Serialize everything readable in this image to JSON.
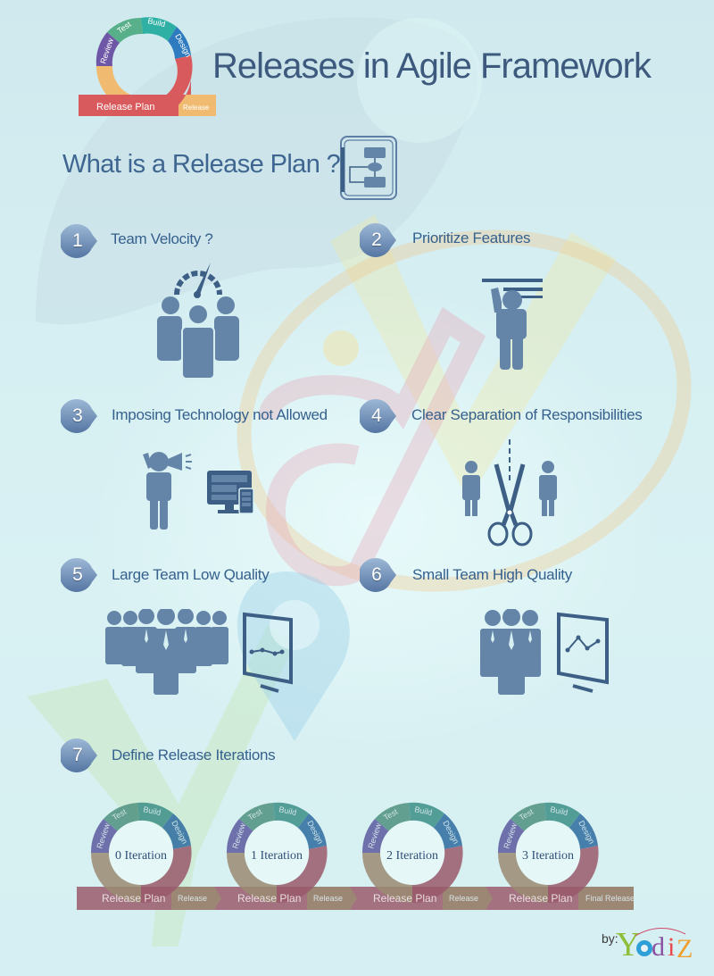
{
  "header": {
    "title": "Releases in Agile Framework",
    "logo_ring": {
      "segments": [
        "Review",
        "Test",
        "Build",
        "Design"
      ],
      "bar_label": "Release Plan",
      "bar_end_label": "Release",
      "colors": {
        "review": "#6d57a6",
        "test": "#58b08a",
        "build": "#2fb0a4",
        "design": "#2f7bbf",
        "plan": "#d95a5c",
        "release": "#f0bb70"
      }
    }
  },
  "section": {
    "title": "What is a Release Plan ?",
    "icon": "flowchart-document-icon"
  },
  "items": [
    {
      "number": "1",
      "label": "Team Velocity ?",
      "icon": "team-speedometer-icon"
    },
    {
      "number": "2",
      "label": "Prioritize Features",
      "icon": "person-pointing-list-icon"
    },
    {
      "number": "3",
      "label": "Imposing Technology not Allowed",
      "icon": "megaphone-devices-icon"
    },
    {
      "number": "4",
      "label": "Clear Separation of Responsibilities",
      "icon": "scissors-separating-people-icon"
    },
    {
      "number": "5",
      "label": "Large Team Low Quality",
      "icon": "large-team-flat-chart-icon"
    },
    {
      "number": "6",
      "label": "Small Team High Quality",
      "icon": "small-team-rising-chart-icon"
    },
    {
      "number": "7",
      "label": "Define Release Iterations",
      "icon": "iteration-cycles-icon"
    }
  ],
  "iterations": [
    {
      "label": "0 Iteration",
      "plan": "Release Plan",
      "end": "Release"
    },
    {
      "label": "1 Iteration",
      "plan": "Release Plan",
      "end": "Release"
    },
    {
      "label": "2 Iteration",
      "plan": "Release Plan",
      "end": "Release"
    },
    {
      "label": "3 Iteration",
      "plan": "Release Plan",
      "end": "Final Release"
    }
  ],
  "iteration_segments": [
    "Review",
    "Test",
    "Build",
    "Design"
  ],
  "footer": {
    "by": "by:",
    "brand": "Yodiz"
  },
  "colors": {
    "icon_fill": "#6485a8",
    "icon_dark": "#3d5f85",
    "badge_top": "#9db8d6",
    "badge_bottom": "#5576a3",
    "text": "#36608d"
  }
}
